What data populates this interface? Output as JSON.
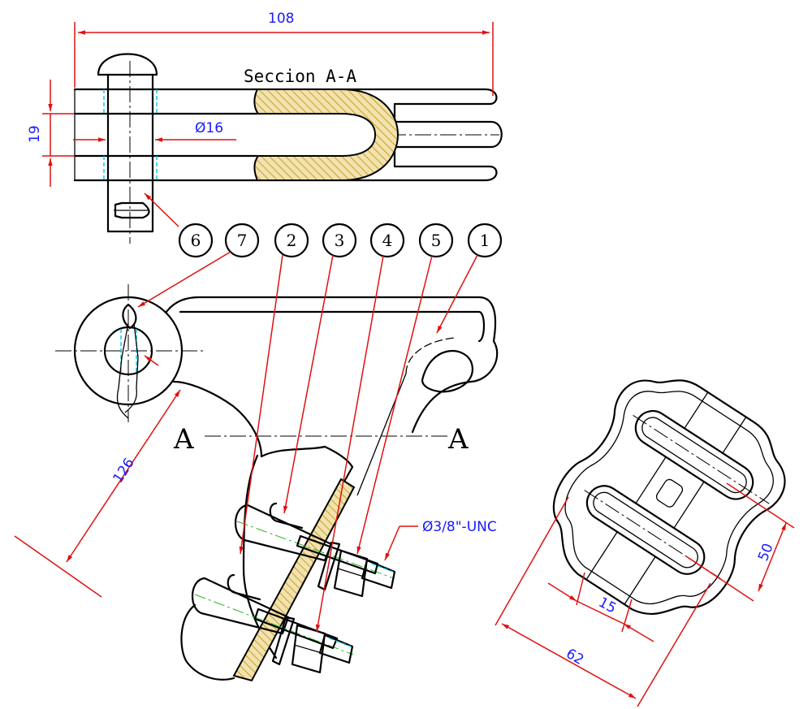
{
  "title": "Seccion A-A",
  "dimensions": {
    "overall_length": "108",
    "height": "19",
    "pin_diameter": "Ø16",
    "radius": "126",
    "thread": "Ø3/8\"-UNC",
    "keeper_width": "50",
    "slot_width": "15",
    "keeper_length": "62"
  },
  "section_marks": [
    "A",
    "A"
  ],
  "balloons": [
    "6",
    "7",
    "2",
    "3",
    "4",
    "5",
    "1"
  ],
  "colors": {
    "outline": "#000000",
    "dimension": "#e01010",
    "dimension_text": "#1a1aff",
    "hatch": "#c8a028",
    "hidden": "#00c8e6",
    "centerline_bolt": "#22b422"
  }
}
